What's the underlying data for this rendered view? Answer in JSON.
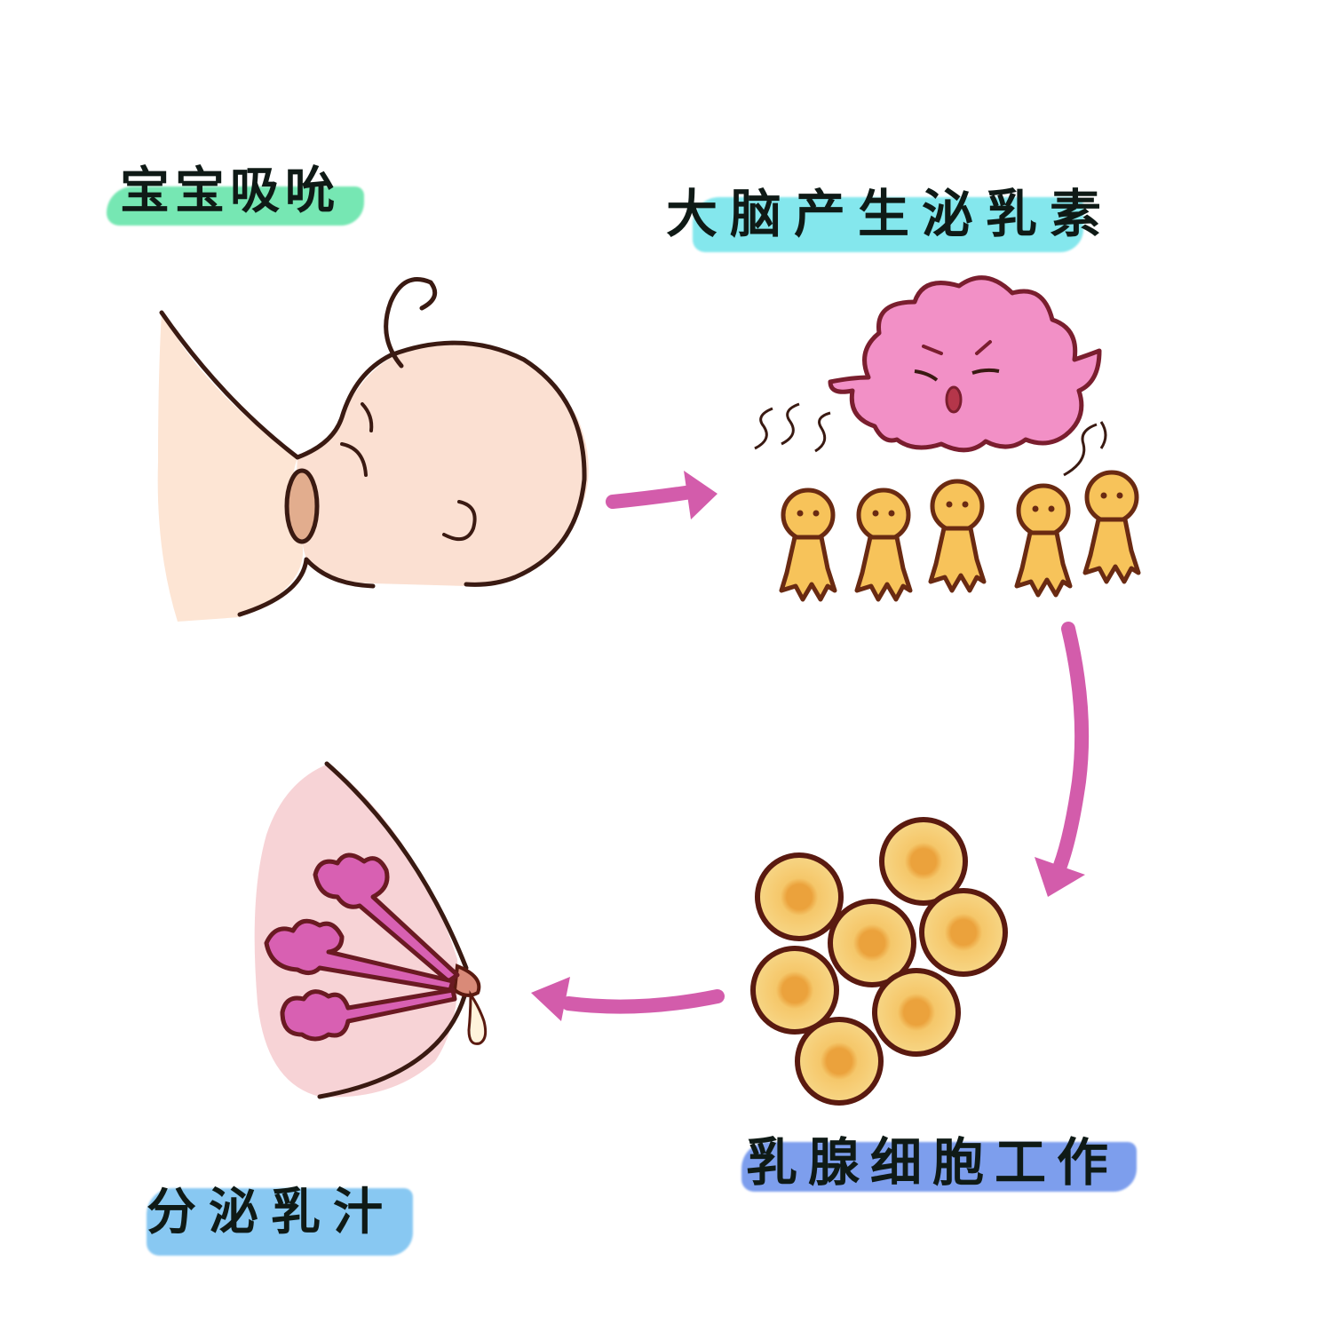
{
  "diagram": {
    "type": "cycle",
    "steps": [
      {
        "id": "baby-suckling",
        "label": "宝宝吸吮",
        "highlight_color": "#5fe3a6"
      },
      {
        "id": "brain-prolactin",
        "label": "大脑产生泌乳素",
        "highlight_color": "#6fe3ea"
      },
      {
        "id": "gland-cells-working",
        "label": "乳腺细胞工作",
        "highlight_color": "#6f94ec"
      },
      {
        "id": "milk-secretion",
        "label": "分泌乳汁",
        "highlight_color": "#74bff0"
      }
    ],
    "arrows": [
      {
        "from": "baby-suckling",
        "to": "brain-prolactin",
        "direction": "right"
      },
      {
        "from": "brain-prolactin",
        "to": "gland-cells-working",
        "direction": "down"
      },
      {
        "from": "gland-cells-working",
        "to": "milk-secretion",
        "direction": "left"
      }
    ],
    "colors": {
      "arrow": "#d35cab",
      "outline": "#4a1a12",
      "skin": "#fbe3d6",
      "brain": "#f08fc4",
      "cell_fill": "#f7cf7a",
      "cell_nucleus": "#eba23c",
      "breast": "#f7d3d6",
      "gland": "#d860b2"
    },
    "hormone_people_count": 5,
    "gland_cell_count": 7
  }
}
